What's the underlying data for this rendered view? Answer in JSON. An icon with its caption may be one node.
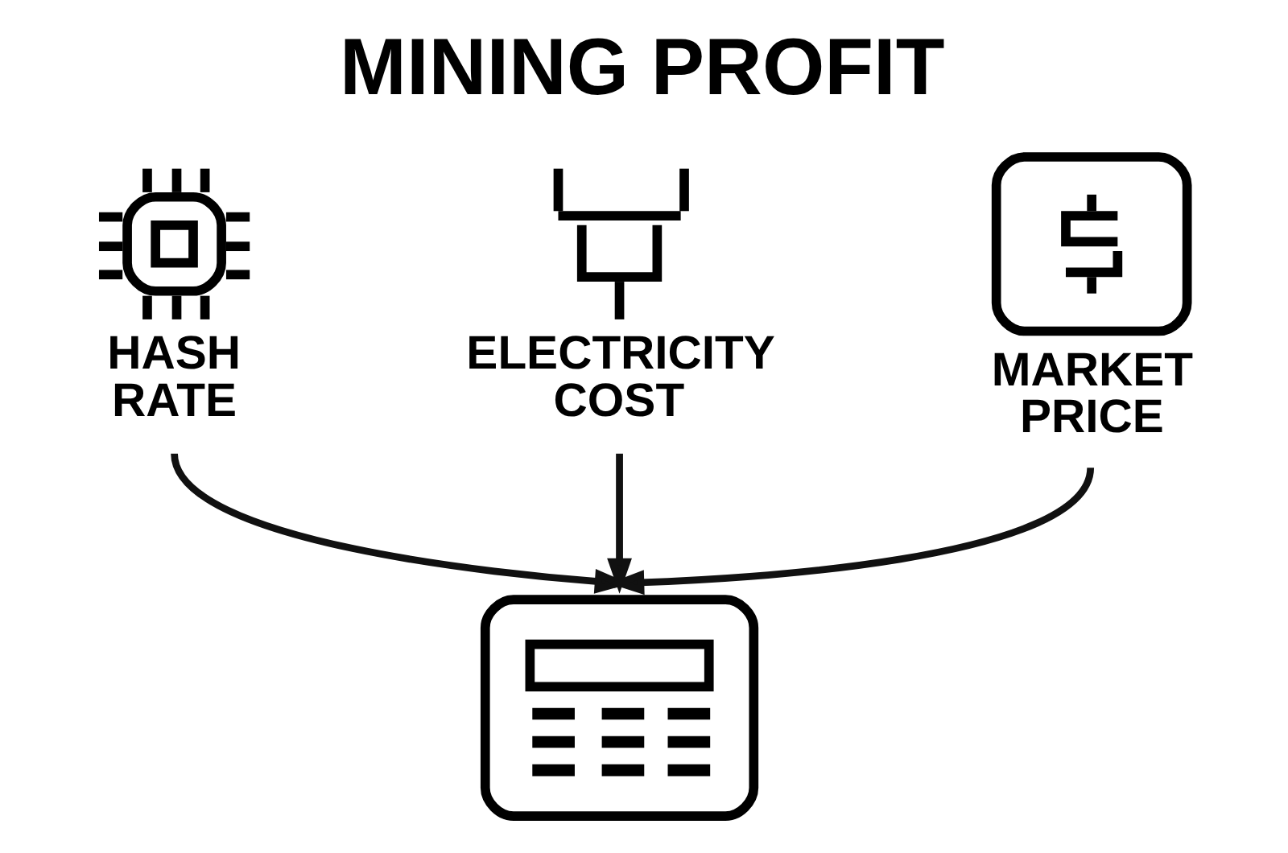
{
  "diagram": {
    "title": "MINING PROFIT",
    "nodes": [
      {
        "text": [
          "HASH RATE"
        ]
      },
      {
        "text": [
          "ELECTRICITY COST"
        ]
      },
      {
        "text": [
          "MARKET PRICE"
        ]
      },
      {
        "text": [],
        "shape": "picture"
      }
    ],
    "edges": [
      {
        "from": 0,
        "to": 3,
        "arrow": "to"
      },
      {
        "from": 1,
        "to": 3,
        "arrow": "to"
      },
      {
        "from": 2,
        "to": 3,
        "arrow": "to"
      }
    ]
  }
}
